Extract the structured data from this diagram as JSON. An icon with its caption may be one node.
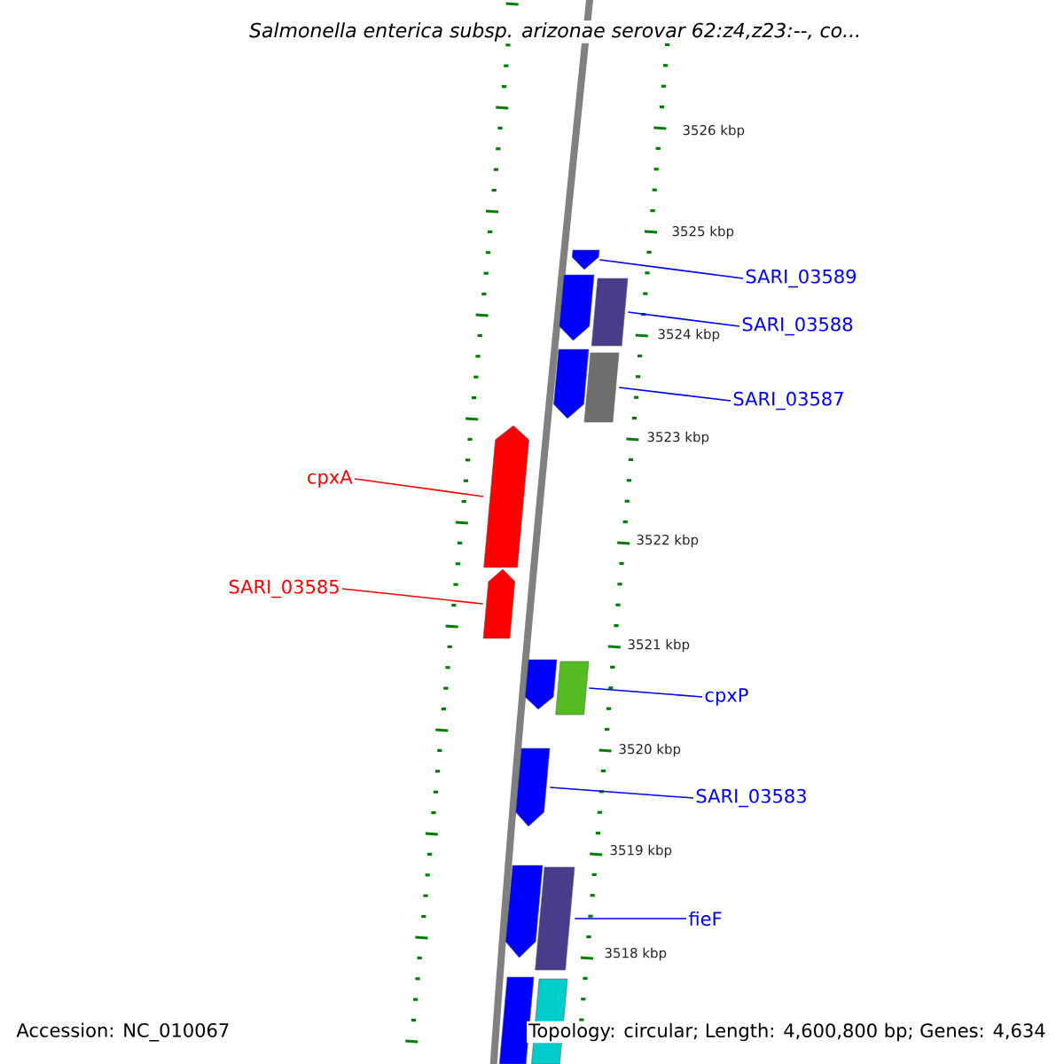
{
  "diagram": {
    "title": "*Salmonella enterica* subsp. *arizonae* serovar 62:z4,z23:--, co...",
    "nodes": [
      {
        "text": [
          "SARI_03589"
        ]
      },
      {
        "text": [
          "SARI_03588"
        ]
      },
      {
        "text": [
          "SARI_03587"
        ]
      },
      {
        "text": [
          "cpxA"
        ]
      },
      {
        "text": [
          "SARI_03585"
        ]
      },
      {
        "text": [
          "cpxP"
        ]
      },
      {
        "text": [
          "SARI_03583"
        ]
      },
      {
        "text": [
          "fieF"
        ]
      },
      {
        "text": [],
        "shape": "arrow"
      },
      {
        "text": [],
        "shape": "arrow"
      },
      {
        "text": [],
        "shape": "box"
      },
      {
        "text": [],
        "shape": "arrow"
      },
      {
        "text": [],
        "shape": "box"
      },
      {
        "text": [],
        "shape": "arrow"
      },
      {
        "text": [],
        "shape": "arrow"
      },
      {
        "text": [],
        "shape": "arrow"
      },
      {
        "text": [],
        "shape": "box"
      },
      {
        "text": [],
        "shape": "arrow"
      },
      {
        "text": [],
        "shape": "arrow"
      },
      {
        "text": [],
        "shape": "box"
      },
      {
        "text": [],
        "shape": "box"
      },
      {
        "text": [],
        "shape": "box"
      }
    ],
    "edges": [
      {
        "from": 0,
        "to": 8,
        "arrow": "none"
      },
      {
        "from": 1,
        "to": 10,
        "arrow": "none"
      },
      {
        "from": 2,
        "to": 12,
        "arrow": "none"
      },
      {
        "from": 3,
        "to": 13,
        "arrow": "none",
        "color": "#ff0000"
      },
      {
        "from": 4,
        "to": 14,
        "arrow": "none",
        "color": "#ff0000"
      },
      {
        "from": 5,
        "to": 16,
        "arrow": "none"
      },
      {
        "from": 6,
        "to": 17,
        "arrow": "none"
      },
      {
        "from": 7,
        "to": 19,
        "arrow": "none"
      }
    ],
    "labels": [
      "3526 kbp",
      "3525 kbp",
      "3524 kbp",
      "3523 kbp",
      "3522 kbp",
      "3521 kbp",
      "3520 kbp",
      "3519 kbp",
      "3518 kbp",
      "Accession: NC_010067",
      "Topology: circular; Length: 4,600,800 bp; Genes: 4,634"
    ]
  }
}
